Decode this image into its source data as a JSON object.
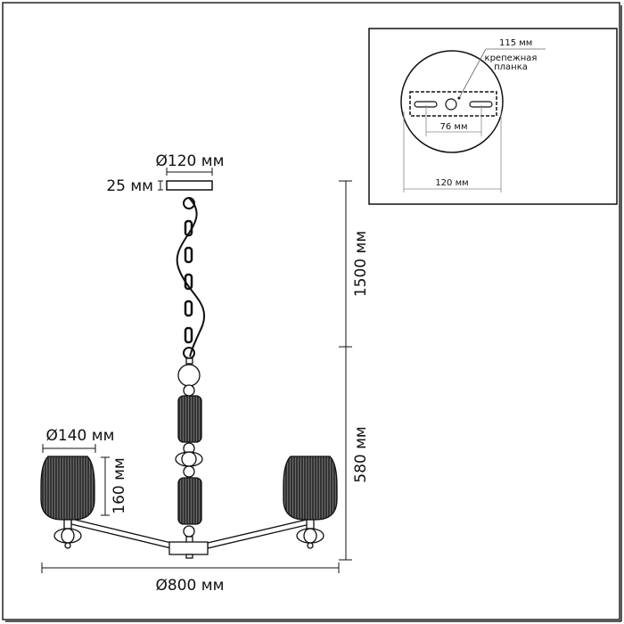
{
  "dimensions": {
    "canopy_diameter": "Ø120 мм",
    "canopy_height": "25 мм",
    "chain_length": "1500 мм",
    "body_height": "580 мм",
    "shade_diameter": "Ø140 мм",
    "shade_height": "160 мм",
    "overall_diameter": "Ø800 мм"
  },
  "inset": {
    "plate_length": "115 мм",
    "plate_label_line1": "крепежная",
    "plate_label_line2": "планка",
    "hole_spacing": "76 мм",
    "canopy_width": "120 мм"
  }
}
